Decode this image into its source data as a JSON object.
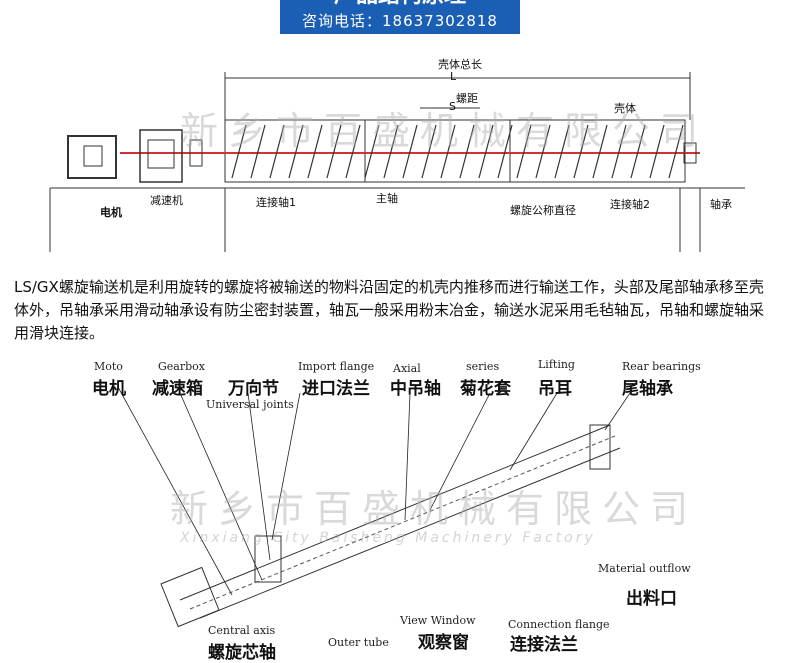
{
  "header": {
    "title": "产品结构原理",
    "phone": "咨询电话：18637302818"
  },
  "top_diagram": {
    "labels": {
      "total_length": "壳体总长",
      "L": "L",
      "pitch": "螺距",
      "S": "S",
      "shell": "壳体",
      "motor": "电机",
      "reducer": "减速机",
      "shaft1": "连接轴1",
      "main_shaft": "主轴",
      "diameter": "螺旋公称直径",
      "shaft2": "连接轴2",
      "bearing": "轴承"
    },
    "watermark": "新乡市百盛机械有限公司"
  },
  "description": "LS/GX螺旋输送机是利用旋转的螺旋将被输送的物料沿固定的机壳内推移而进行输送工作，头部及尾部轴承移至壳体外，吊轴承采用滑动轴承设有防尘密封装置，轴瓦一般采用粉末冶金，输送水泥采用毛毡轴瓦，吊轴和螺旋轴采用滑块连接。",
  "bottom_diagram": {
    "labels": [
      {
        "en": "Moto",
        "zh": "电机"
      },
      {
        "en": "Gearbox",
        "zh": "减速箱"
      },
      {
        "en": "Universal joints",
        "zh": "万向节"
      },
      {
        "en": "Import flange",
        "zh": "进口法兰"
      },
      {
        "en": "Axial",
        "zh": "中吊轴"
      },
      {
        "en": "series",
        "zh": "菊花套"
      },
      {
        "en": "Lifting",
        "zh": "吊耳"
      },
      {
        "en": "Rear bearings",
        "zh": "尾轴承"
      },
      {
        "en": "Material outflow",
        "zh": "出料口"
      },
      {
        "en": "View Window",
        "zh": "观察窗"
      },
      {
        "en": "Connection flange",
        "zh": "连接法兰"
      },
      {
        "en": "Central axis",
        "zh": "螺旋芯轴"
      },
      {
        "en": "Outer tube",
        "zh": ""
      }
    ],
    "watermark": "新乡市百盛机械有限公司",
    "watermark_en": "Xinxiang City Baisheng Machinery Factory"
  },
  "colors": {
    "header_bg": "#1a5fb4",
    "shaft": "#cc3333",
    "line": "#222222"
  }
}
